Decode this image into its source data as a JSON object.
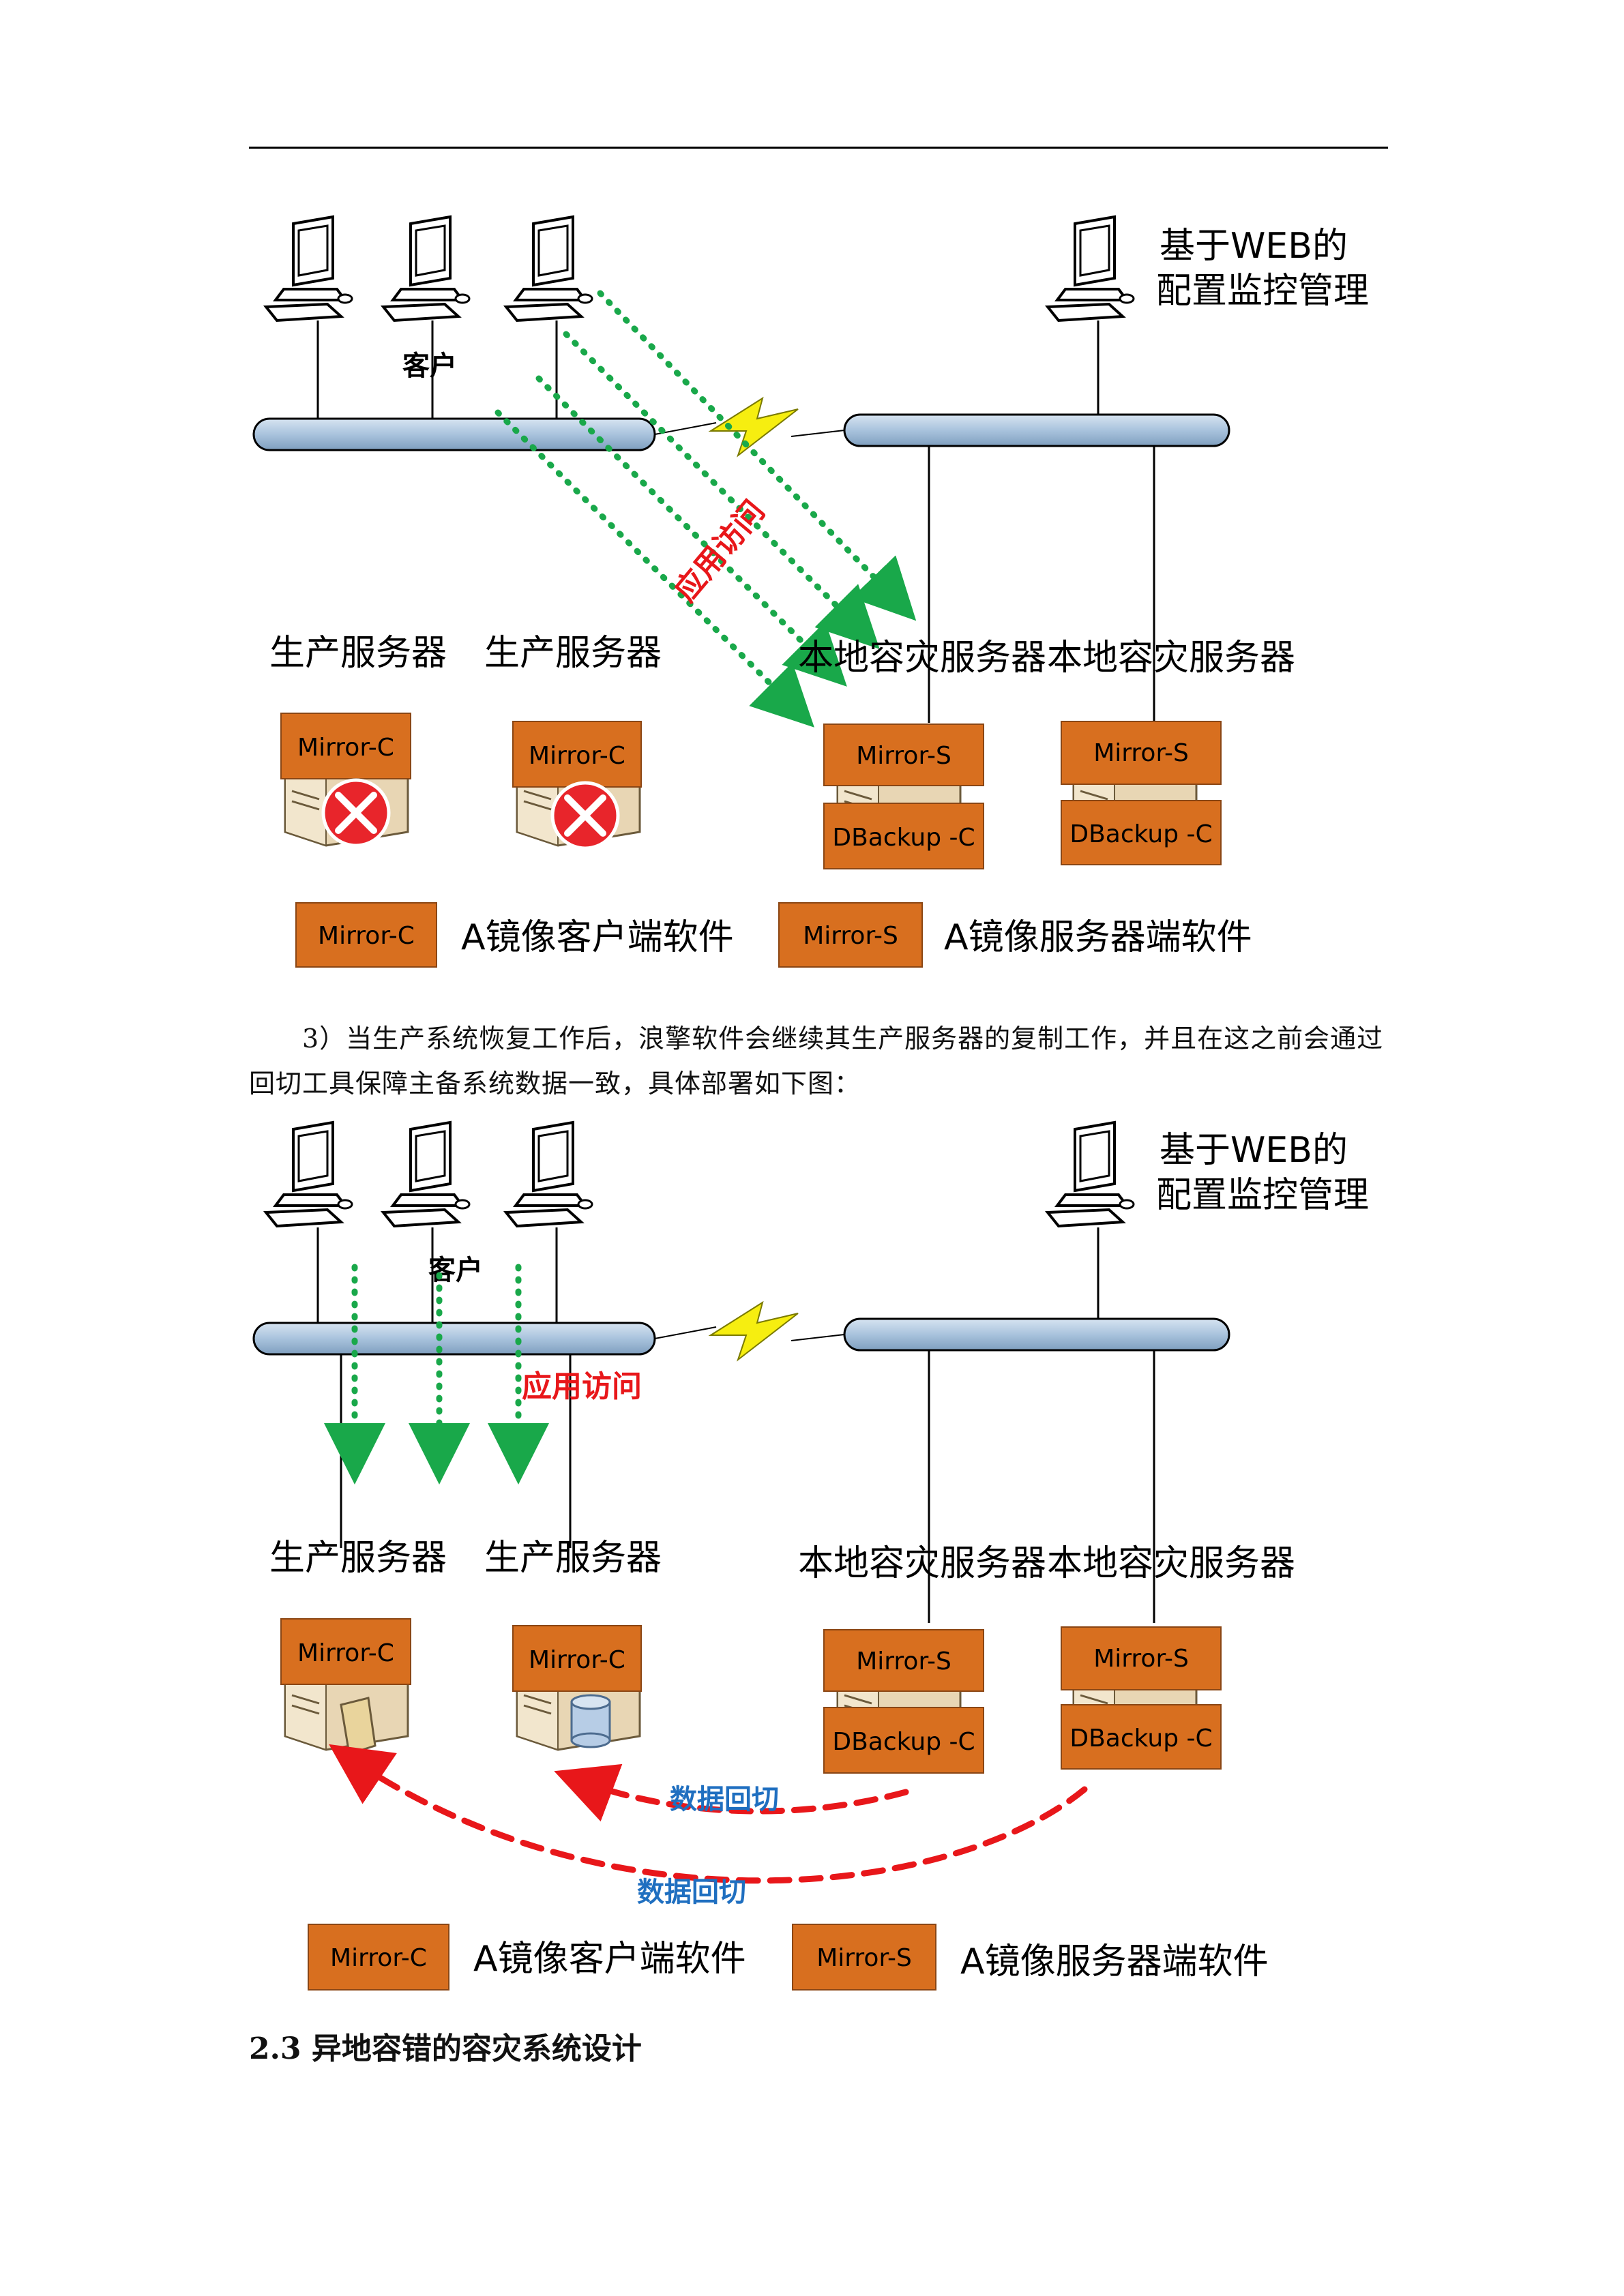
{
  "diagram_top": {
    "client_label": "客户",
    "web_label_line1": "基于WEB的",
    "web_label_line2": "配置监控管理",
    "access_label": "应用访问",
    "prod_server_1": "生产服务器",
    "prod_server_2": "生产服务器",
    "dr_server_1": "本地容灾服务器",
    "dr_server_2": "本地容灾服务器",
    "mirror_c": "Mirror-C",
    "mirror_s": "Mirror-S",
    "dbackup_c": "DBackup -C",
    "legend_client_box": "Mirror-C",
    "legend_client_text": "A镜像客户端软件",
    "legend_server_box": "Mirror-S",
    "legend_server_text": "A镜像服务器端软件"
  },
  "paragraph": "3）当生产系统恢复工作后，浪擎软件会继续其生产服务器的复制工作，并且在这之前会通过回切工具保障主备系统数据一致，具体部署如下图：",
  "diagram_bottom": {
    "client_label": "客户",
    "web_label_line1": "基于WEB的",
    "web_label_line2": "配置监控管理",
    "access_label": "应用访问",
    "prod_server_1": "生产服务器",
    "prod_server_2": "生产服务器",
    "dr_server_1": "本地容灾服务器",
    "dr_server_2": "本地容灾服务器",
    "mirror_c": "Mirror-C",
    "mirror_s": "Mirror-S",
    "dbackup_c": "DBackup -C",
    "failback_1": "数据回切",
    "failback_2": "数据回切",
    "legend_client_box": "Mirror-C",
    "legend_client_text": "A镜像客户端软件",
    "legend_server_box": "Mirror-S",
    "legend_server_text": "A镜像服务器端软件"
  },
  "section_heading": "2.3 异地容错的容灾系统设计",
  "colors": {
    "orange_box": "#d86f1f",
    "pipe": "#a9c3dd",
    "access_arrow": "#19a84a",
    "failback_arrow": "#e8171a",
    "failback_text": "#1f6fc0",
    "error_badge": "#e8252b",
    "lightning": "#f6ee10"
  }
}
